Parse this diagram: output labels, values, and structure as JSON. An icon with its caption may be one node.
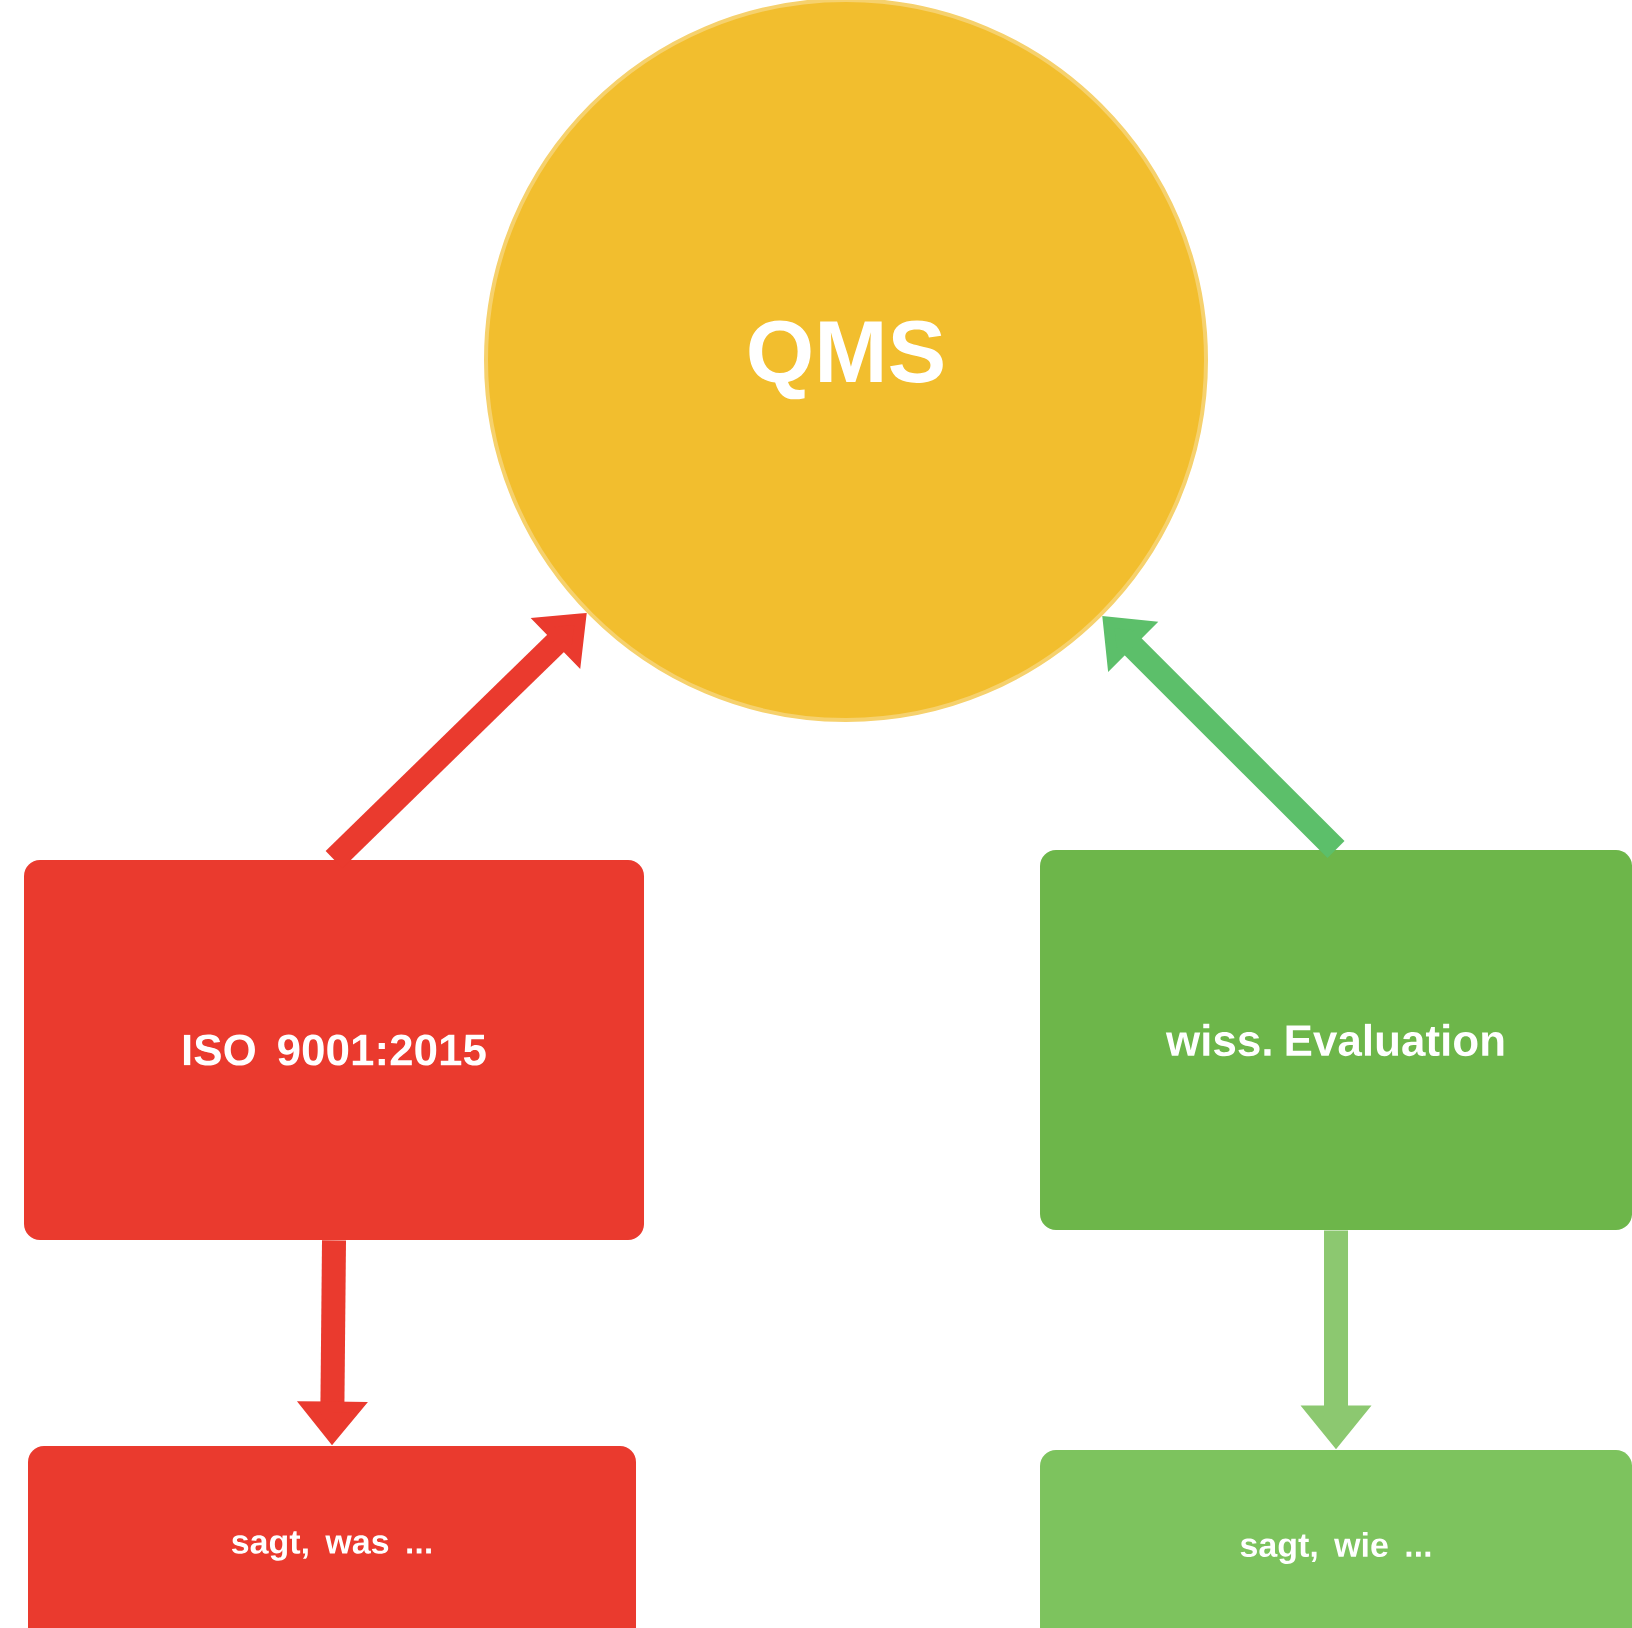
{
  "diagram": {
    "nodes": [
      {
        "text": [
          "QMS"
        ]
      },
      {
        "text": [
          "ISO 9001:2015"
        ]
      },
      {
        "text": [
          "wiss. Evaluation"
        ]
      },
      {
        "text": [
          "sagt, was ..."
        ]
      },
      {
        "text": [
          "sagt, wie ..."
        ]
      }
    ],
    "edges": [
      {
        "from": 1,
        "to": 0,
        "arrow": "to",
        "color": "#ea3a2e"
      },
      {
        "from": 2,
        "to": 0,
        "arrow": "to",
        "color": "#5cbf6a"
      },
      {
        "from": 1,
        "to": 3,
        "arrow": "to",
        "color": "#ea3a2e"
      },
      {
        "from": 2,
        "to": 4,
        "arrow": "to",
        "color": "#8cc870"
      }
    ]
  }
}
